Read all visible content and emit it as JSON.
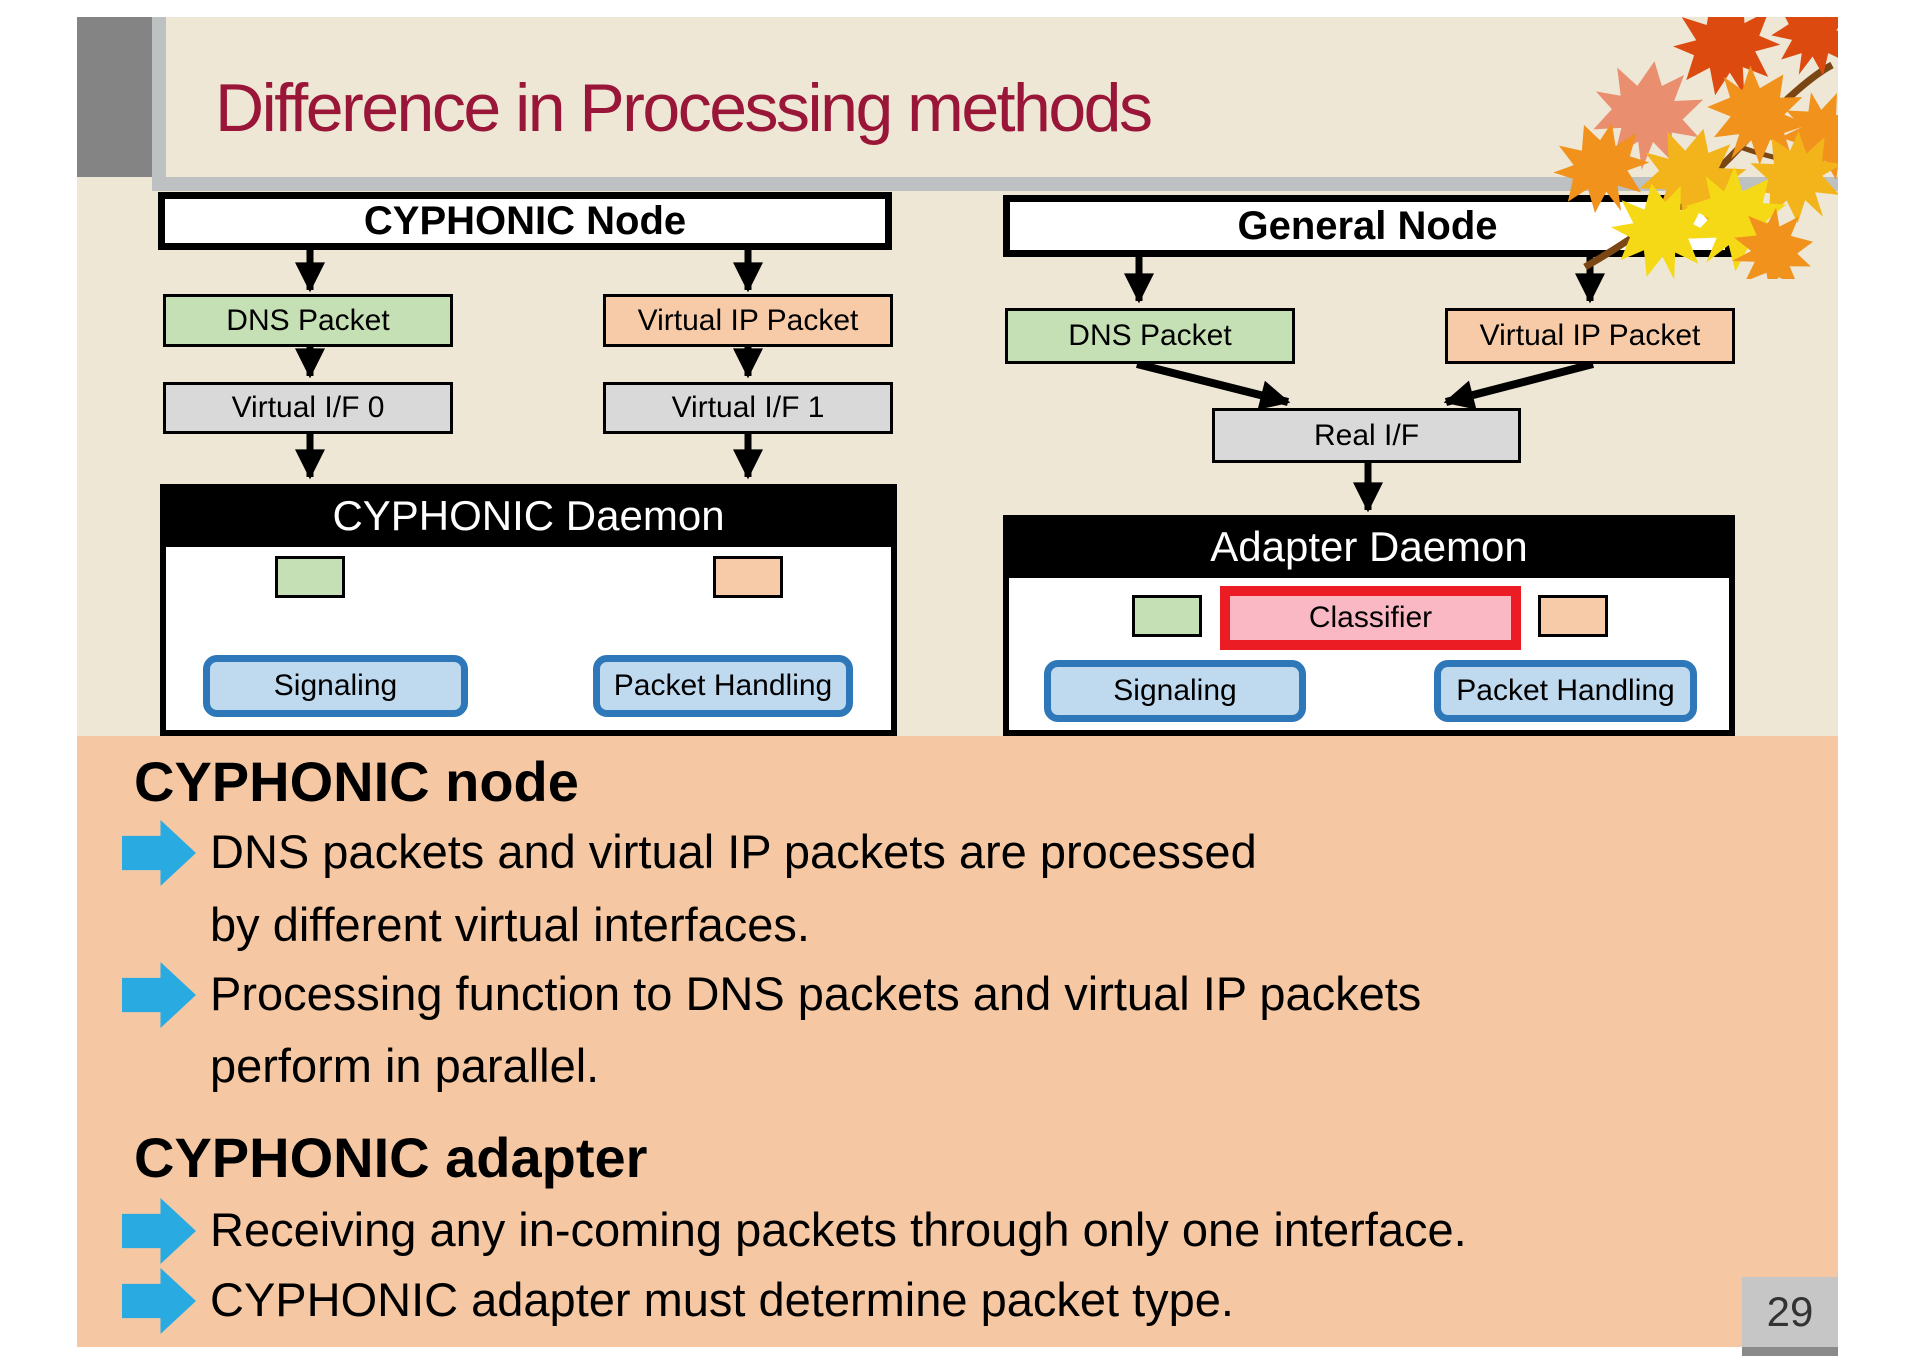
{
  "slide": {
    "title": "Difference in Processing methods",
    "page_number": "29",
    "colors": {
      "background": "#EEE7D5",
      "title_text": "#9A1638",
      "panel_background": "#F5C8A3",
      "dns_green": "#C5E0B4",
      "vip_orange": "#F7CBA8",
      "interface_gray": "#D9D9D9",
      "signaling_fill": "#BFD9EF",
      "signaling_border": "#2E77B8",
      "classifier_fill": "#F9B8C4",
      "classifier_border": "#EC1C24",
      "bullet_arrow": "#29ABE2",
      "daemon_header": "#000000"
    },
    "left_diagram": {
      "node_label": "CYPHONIC Node",
      "dns_packet": "DNS Packet",
      "vip_packet": "Virtual IP Packet",
      "vif0": "Virtual I/F 0",
      "vif1": "Virtual I/F 1",
      "daemon_label": "CYPHONIC Daemon",
      "signaling": "Signaling",
      "packet_handling": "Packet Handling"
    },
    "right_diagram": {
      "node_label": "General Node",
      "dns_packet": "DNS Packet",
      "vip_packet": "Virtual IP Packet",
      "real_if": "Real I/F",
      "daemon_label": "Adapter Daemon",
      "classifier": "Classifier",
      "signaling": "Signaling",
      "packet_handling": "Packet Handling"
    },
    "text_panel": {
      "heading1": "CYPHONIC node",
      "bullet1_line1": "DNS packets and virtual IP packets are processed",
      "bullet1_line2": "by different virtual interfaces.",
      "bullet2_line1": "Processing function to DNS packets and virtual IP packets",
      "bullet2_line2": "perform in parallel.",
      "heading2": "CYPHONIC adapter",
      "bullet3": "Receiving any in-coming packets through only one interface.",
      "bullet4": "CYPHONIC adapter must determine packet type."
    }
  }
}
